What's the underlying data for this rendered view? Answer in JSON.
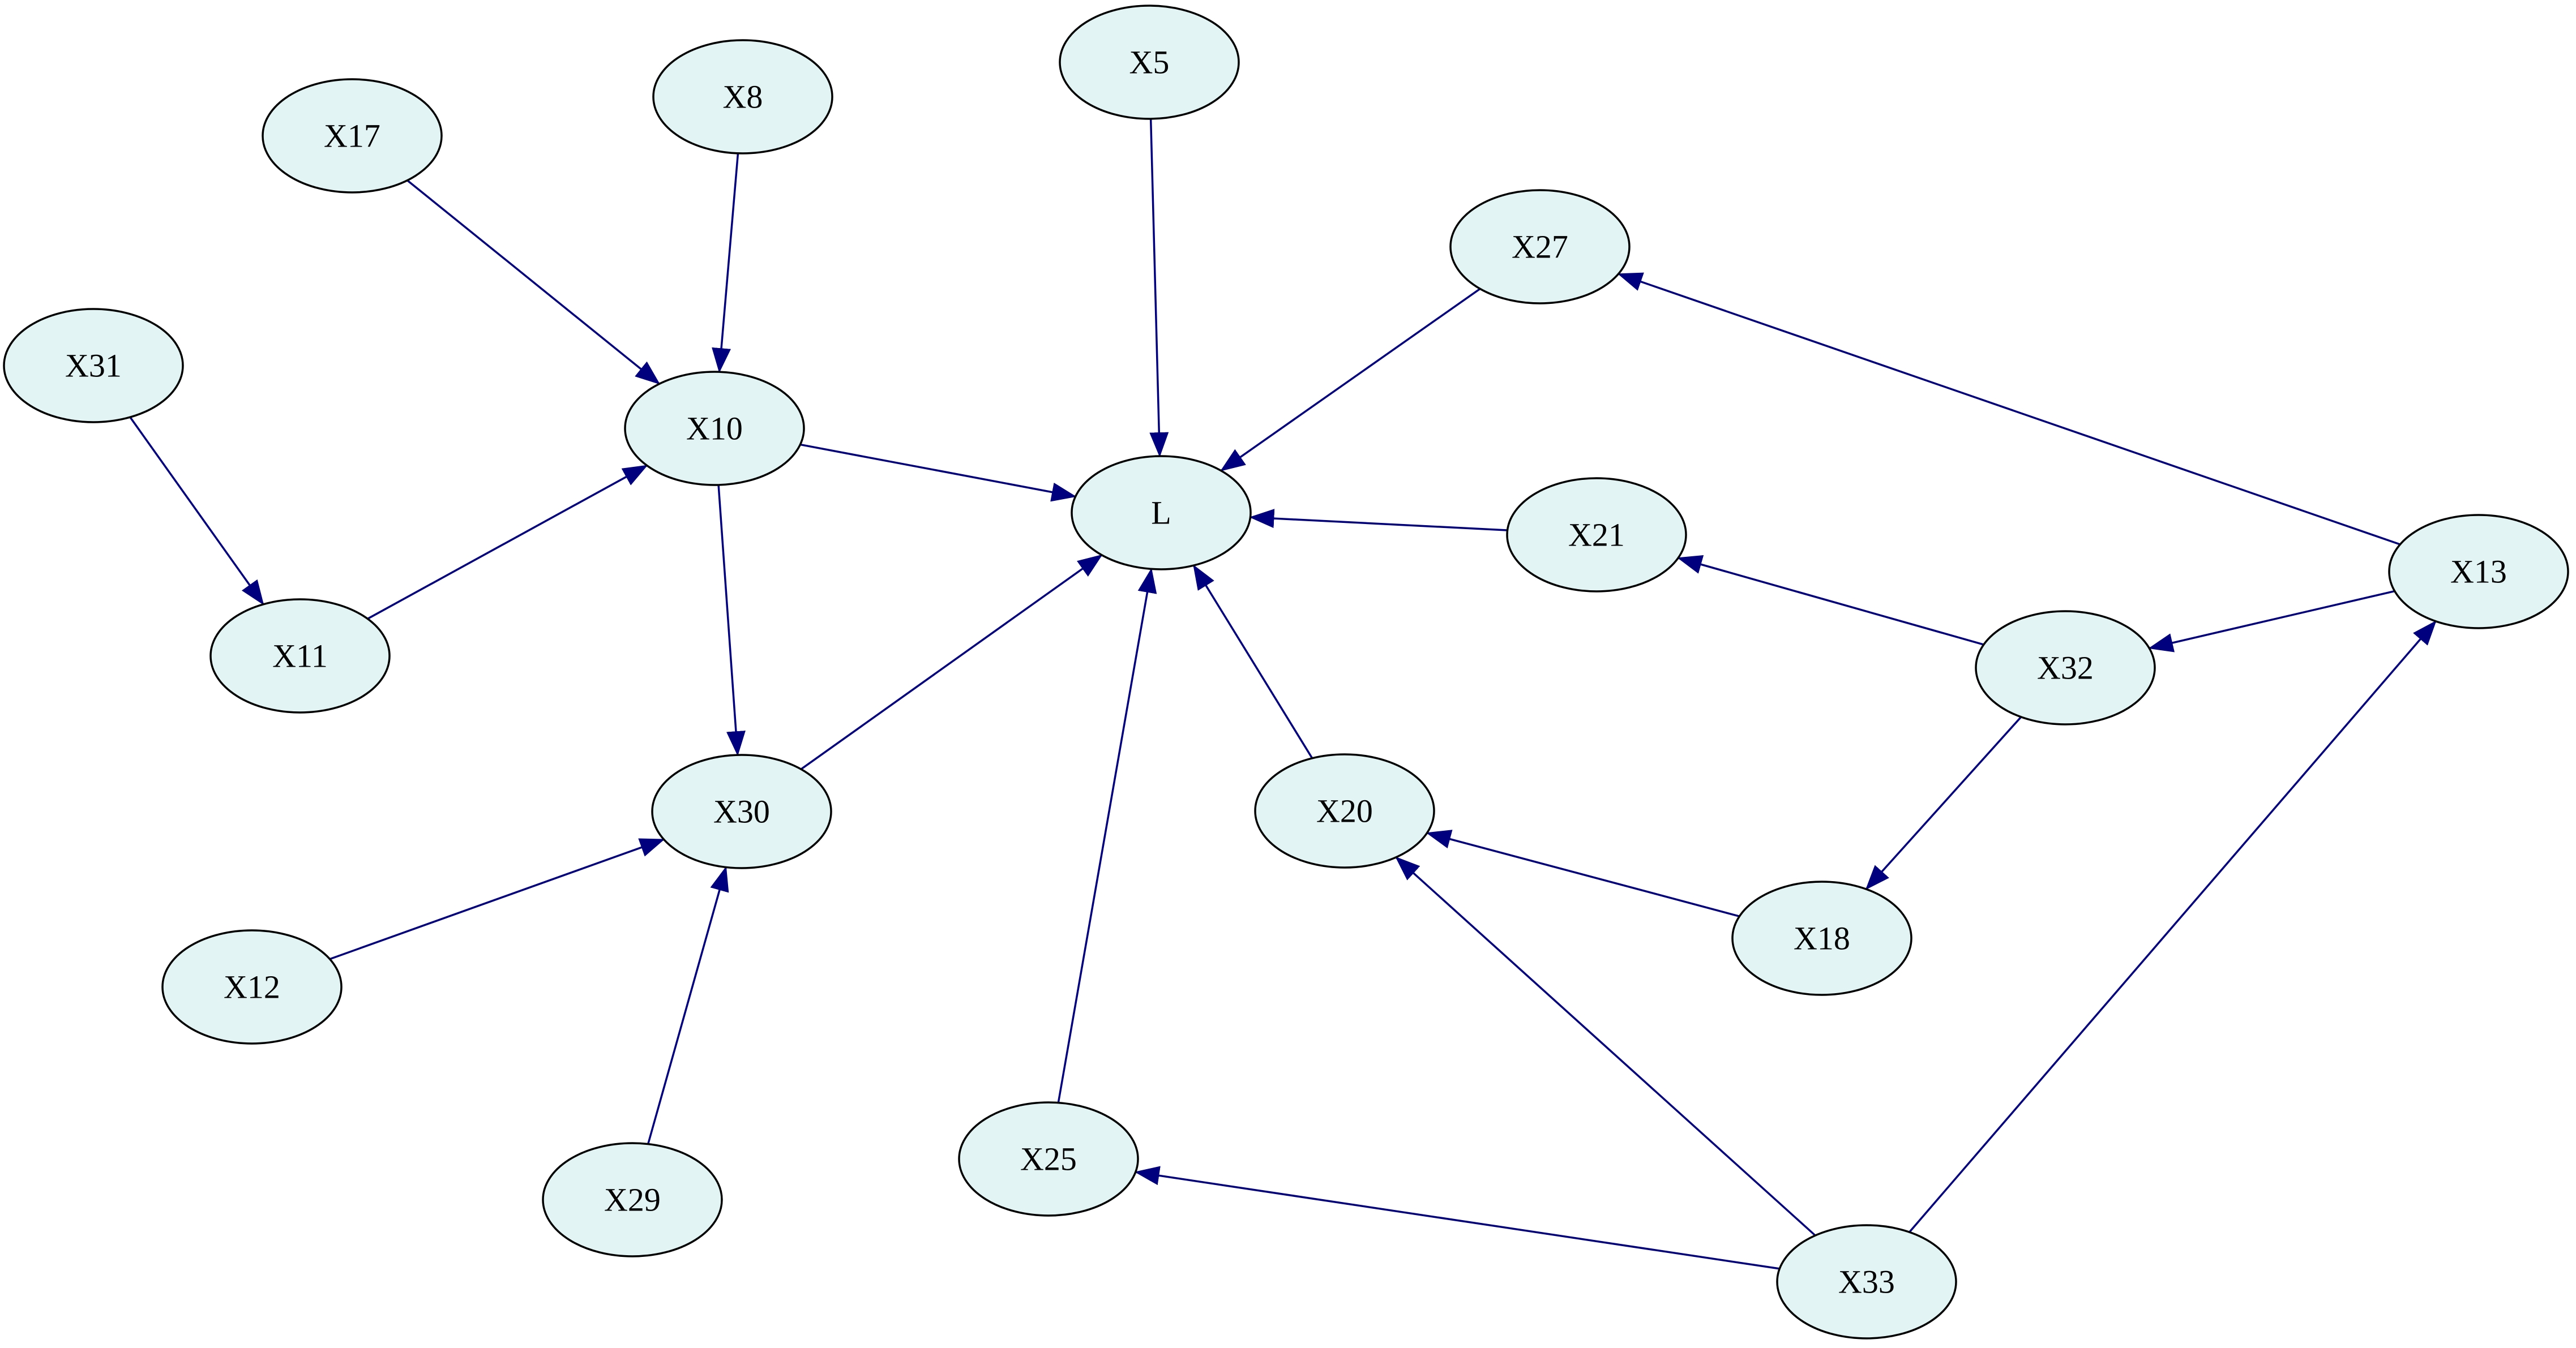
{
  "colors": {
    "node_fill": "#e2f4f3",
    "node_stroke": "#000000",
    "edge": "#00007f",
    "background": "#ffffff"
  },
  "nodes": [
    {
      "id": "L",
      "label": "L"
    },
    {
      "id": "X5",
      "label": "X5"
    },
    {
      "id": "X8",
      "label": "X8"
    },
    {
      "id": "X10",
      "label": "X10"
    },
    {
      "id": "X11",
      "label": "X11"
    },
    {
      "id": "X12",
      "label": "X12"
    },
    {
      "id": "X13",
      "label": "X13"
    },
    {
      "id": "X17",
      "label": "X17"
    },
    {
      "id": "X18",
      "label": "X18"
    },
    {
      "id": "X20",
      "label": "X20"
    },
    {
      "id": "X21",
      "label": "X21"
    },
    {
      "id": "X25",
      "label": "X25"
    },
    {
      "id": "X27",
      "label": "X27"
    },
    {
      "id": "X29",
      "label": "X29"
    },
    {
      "id": "X30",
      "label": "X30"
    },
    {
      "id": "X31",
      "label": "X31"
    },
    {
      "id": "X32",
      "label": "X32"
    },
    {
      "id": "X33",
      "label": "X33"
    }
  ],
  "edges": [
    {
      "from": "X5",
      "to": "L"
    },
    {
      "from": "X27",
      "to": "L"
    },
    {
      "from": "X10",
      "to": "L"
    },
    {
      "from": "X21",
      "to": "L"
    },
    {
      "from": "X30",
      "to": "L"
    },
    {
      "from": "X25",
      "to": "L"
    },
    {
      "from": "X20",
      "to": "L"
    },
    {
      "from": "X17",
      "to": "X10"
    },
    {
      "from": "X8",
      "to": "X10"
    },
    {
      "from": "X11",
      "to": "X10"
    },
    {
      "from": "X31",
      "to": "X11"
    },
    {
      "from": "X10",
      "to": "X30"
    },
    {
      "from": "X12",
      "to": "X30"
    },
    {
      "from": "X29",
      "to": "X30"
    },
    {
      "from": "X13",
      "to": "X27"
    },
    {
      "from": "X13",
      "to": "X32"
    },
    {
      "from": "X32",
      "to": "X21"
    },
    {
      "from": "X32",
      "to": "X18"
    },
    {
      "from": "X18",
      "to": "X20"
    },
    {
      "from": "X33",
      "to": "X20"
    },
    {
      "from": "X33",
      "to": "X25"
    },
    {
      "from": "X33",
      "to": "X13"
    }
  ]
}
